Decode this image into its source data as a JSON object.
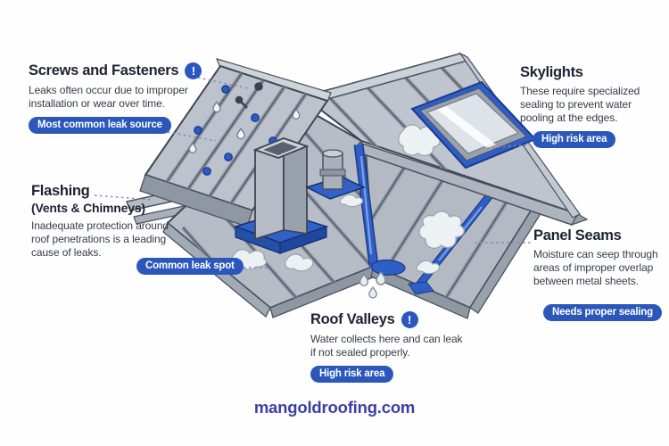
{
  "colors": {
    "badge_bg": "#2c57ba",
    "accent_blue": "#2f5ec8",
    "title_text": "#1c2333",
    "body_text": "#353c49",
    "footer_text": "#3b3ea5",
    "leader_line": "#8286b5",
    "roof_metal": "#b7bdc7"
  },
  "icons": {
    "info_glyph": "!"
  },
  "callouts": {
    "screws": {
      "title": "Screws and Fasteners",
      "description": "Leaks often occur due to improper\ninstallation or wear over time.",
      "badge": "Most common leak source"
    },
    "skylights": {
      "title": "Skylights",
      "description": "These require specialized\nsealing to prevent water\npooling at the edges.",
      "badge": "High risk area"
    },
    "flashing": {
      "title": "Flashing",
      "subtitle": "(Vents & Chimneys)",
      "description": "Inadequate protection around\nroof penetrations is a leading\ncause of leaks.",
      "badge": "Common leak spot"
    },
    "panel_seams": {
      "title": "Panel Seams",
      "description": "Moisture can seep through\nareas of improper overlap\nbetween metal sheets.",
      "badge": "Needs proper sealing"
    },
    "roof_valleys": {
      "title": "Roof Valleys",
      "description": "Water collects here and can leak\nif not sealed properly.",
      "badge": "High risk area"
    }
  },
  "footer": {
    "url": "mangoldroofing.com"
  }
}
